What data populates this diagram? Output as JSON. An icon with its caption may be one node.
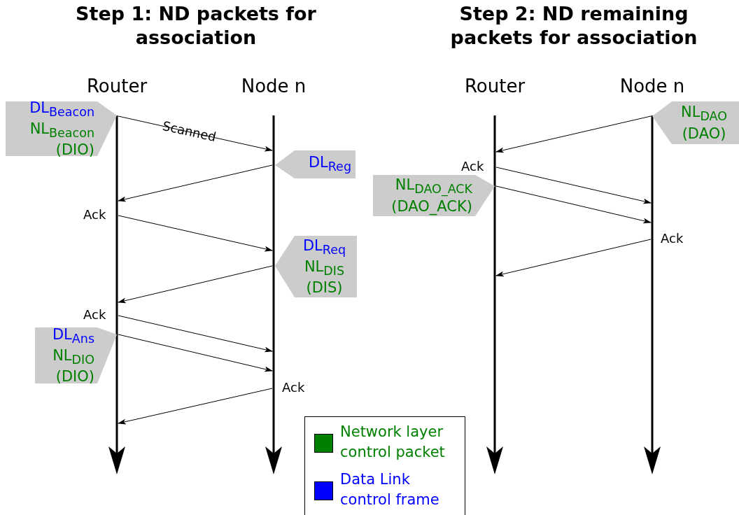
{
  "diagram": {
    "nodes": [
      {
        "text": [
          "Router"
        ]
      },
      {
        "text": [
          "Node n"
        ]
      },
      {
        "text": [
          "Router"
        ]
      },
      {
        "text": [
          "Node n"
        ]
      },
      {
        "text": [
          "DL$_{Beacon}$",
          "NL$_{Beacon}$",
          "(DIO)"
        ]
      },
      {
        "text": [
          "DL$_{Reg}$"
        ]
      },
      {
        "text": [
          "DL$_{Req}$",
          "NL$_{DIS}$",
          "(DIS)"
        ]
      },
      {
        "text": [
          "DL$_{Ans}$",
          "NL$_{DIO}$",
          "(DIO)"
        ]
      },
      {
        "text": [
          "NL$_{DAO}$",
          "(DAO)"
        ]
      },
      {
        "text": [
          "NL$_{DAO_ACK}$",
          "(DAO_ACK)"
        ]
      }
    ],
    "edges": [
      {
        "from": 0,
        "to": 1,
        "arrow": "to",
        "label": "Scanned"
      },
      {
        "from": 1,
        "to": 0,
        "arrow": "to"
      },
      {
        "from": 0,
        "to": 1,
        "arrow": "to",
        "label": "Ack"
      },
      {
        "from": 1,
        "to": 0,
        "arrow": "to"
      },
      {
        "from": 0,
        "to": 1,
        "arrow": "to",
        "label": "Ack"
      },
      {
        "from": 0,
        "to": 1,
        "arrow": "to"
      },
      {
        "from": 1,
        "to": 0,
        "arrow": "to",
        "label": "Ack"
      },
      {
        "from": 3,
        "to": 2,
        "arrow": "to"
      },
      {
        "from": 2,
        "to": 3,
        "arrow": "to",
        "label": "Ack"
      },
      {
        "from": 2,
        "to": 3,
        "arrow": "to"
      },
      {
        "from": 3,
        "to": 2,
        "arrow": "to",
        "label": "Ack"
      }
    ],
    "labels": [
      "Step 1: ND packets for association",
      "Step 2: ND remaining packets for association"
    ],
    "legend": [
      {
        "text": "Network layer control packet",
        "color": "#008000"
      },
      {
        "text": "Data Link control frame",
        "color": "#0000ff"
      }
    ]
  }
}
